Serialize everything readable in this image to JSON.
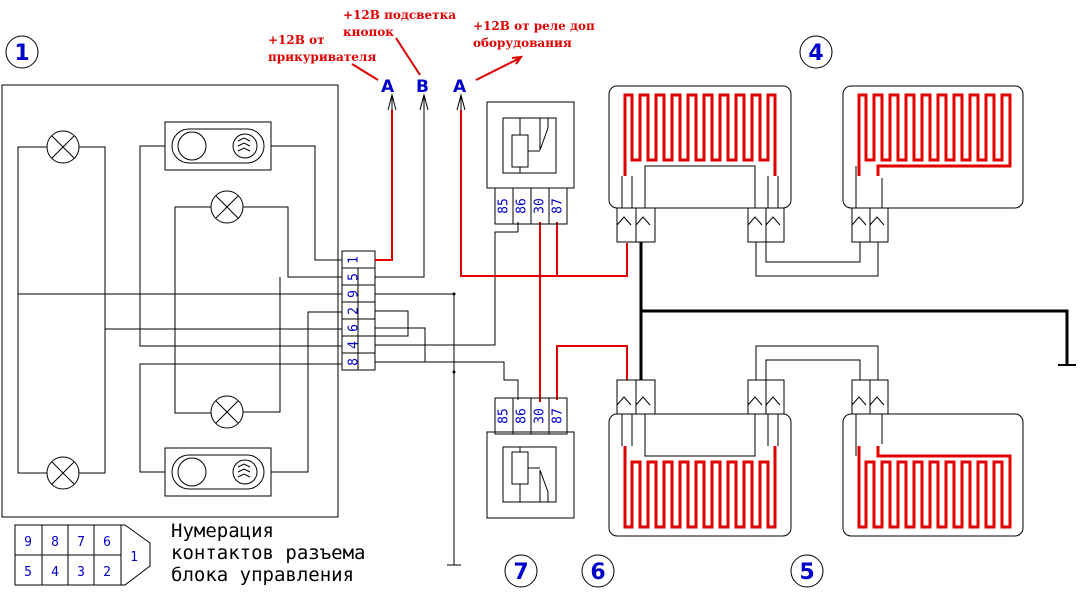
{
  "labels": {
    "unit1": "1",
    "unit4": "4",
    "unit5": "5",
    "unit6": "6",
    "unit7": "7",
    "wire_a1": "A",
    "wire_b": "B",
    "wire_a2": "A",
    "ann_a1_line1": "+12В от",
    "ann_a1_line2": "прикуривателя",
    "ann_b_line1": "+12В подсветка",
    "ann_b_line2": "кнопок",
    "ann_a2_line1": "+12В от реле доп",
    "ann_a2_line2": "оборудования"
  },
  "connector_pins": [
    "1",
    "5",
    "9",
    "2",
    "6",
    "4",
    "8"
  ],
  "relay_pins": [
    "85",
    "86",
    "30",
    "87"
  ],
  "pin_layout": {
    "top": [
      "9",
      "8",
      "7",
      "6"
    ],
    "bottom": [
      "5",
      "4",
      "3",
      "2"
    ],
    "side": "1"
  },
  "legend": {
    "line1": "Нумерация",
    "line2": "контактов разъема",
    "line3": "блока управления"
  },
  "colors": {
    "wire_red": "#e00000",
    "label_blue": "#0000cc",
    "wire_black": "#000000"
  }
}
